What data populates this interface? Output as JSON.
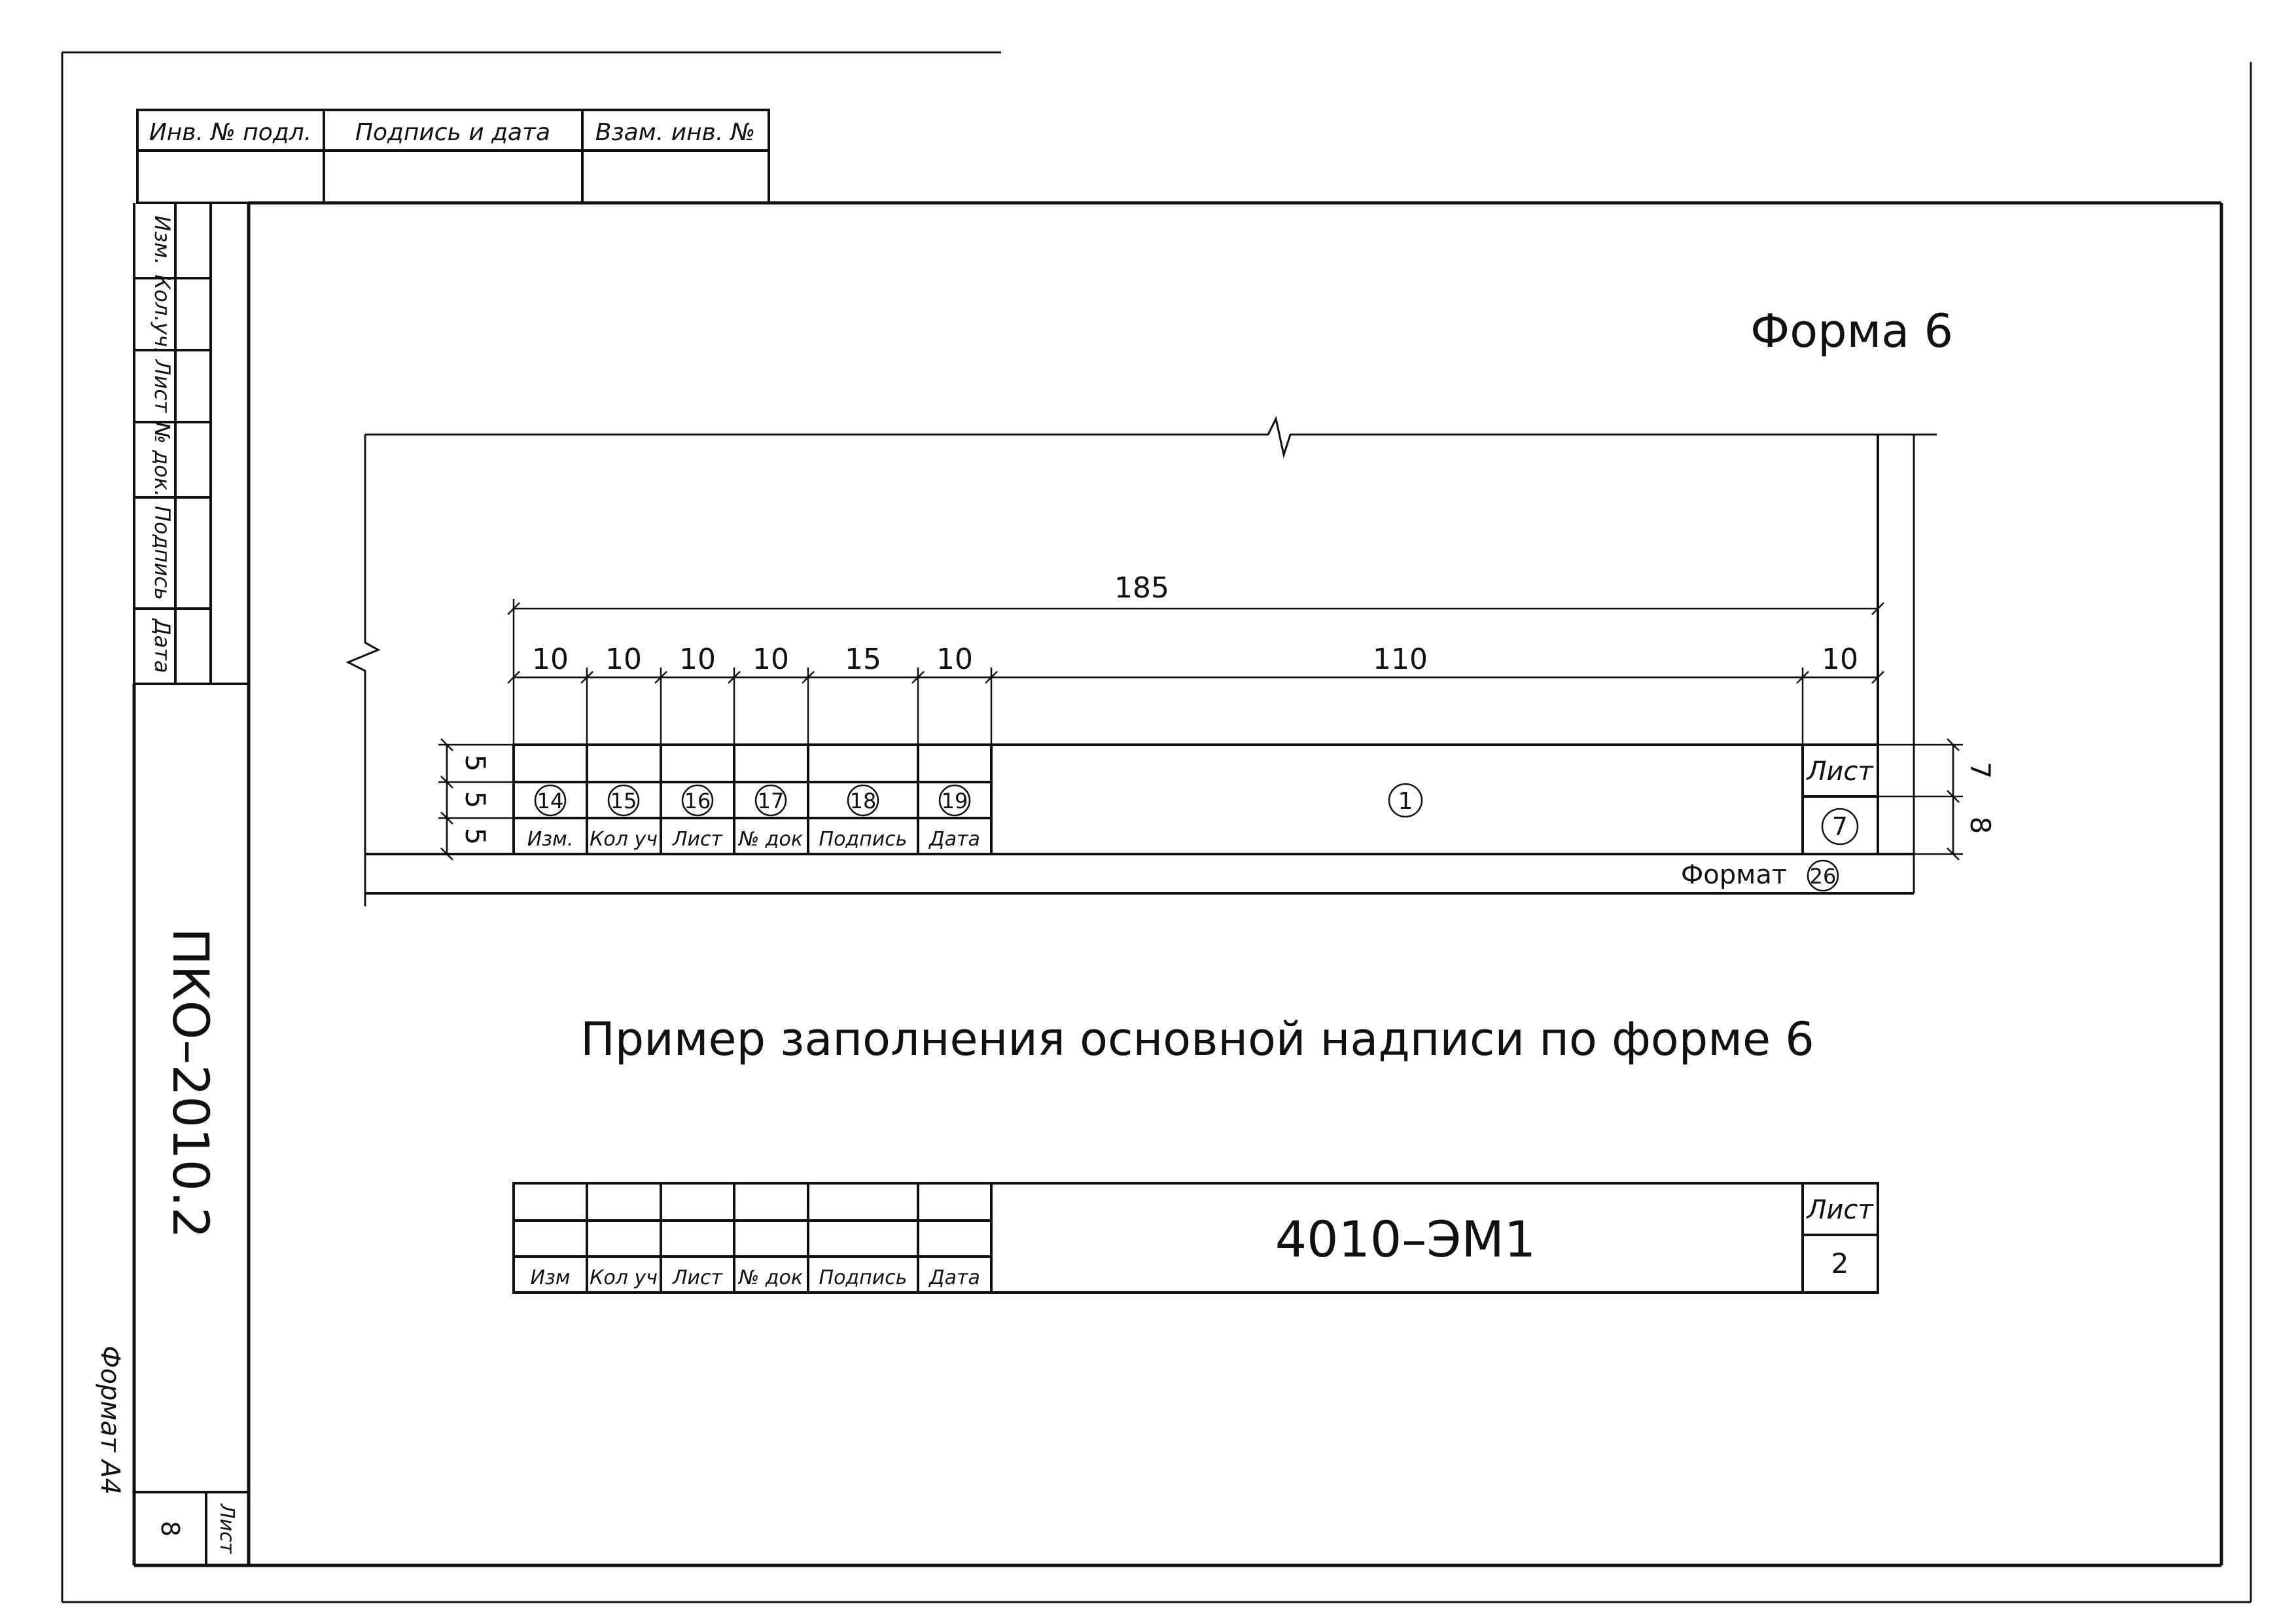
{
  "top_stamp": {
    "inv_podl": "Инв. № подл.",
    "podpis_data": "Подпись и дата",
    "vzam_inv": "Взам. инв. №"
  },
  "side_strip": {
    "labels": [
      "Изм.",
      "Кол.уч.",
      "Лист",
      "№ док.",
      "Подпись",
      "Дата"
    ],
    "doc_code": "ПКО–2010.2",
    "sheet_label": "Лист",
    "sheet_number": "8"
  },
  "format_note": "Формат А4",
  "form_title": "Форма 6",
  "diagram": {
    "total_width": "185",
    "column_widths": [
      "10",
      "10",
      "10",
      "10",
      "15",
      "10",
      "110",
      "10"
    ],
    "row_heights": [
      "5",
      "5",
      "5"
    ],
    "right_heights": [
      "7",
      "8"
    ],
    "column_labels": [
      "Изм.",
      "Кол уч",
      "Лист",
      "№ док",
      "Подпись",
      "Дата"
    ],
    "field_numbers": [
      "14",
      "15",
      "16",
      "17",
      "18",
      "19"
    ],
    "main_field": "1",
    "sheet_label": "Лист",
    "sheet_field": "7",
    "format_label": "Формат",
    "format_field": "26"
  },
  "example_title": "Пример заполнения основной надписи по форме 6",
  "example": {
    "column_labels": [
      "Изм",
      "Кол уч",
      "Лист",
      "№ док",
      "Подпись",
      "Дата"
    ],
    "doc_number": "4010–ЭМ1",
    "sheet_label": "Лист",
    "sheet_value": "2"
  }
}
